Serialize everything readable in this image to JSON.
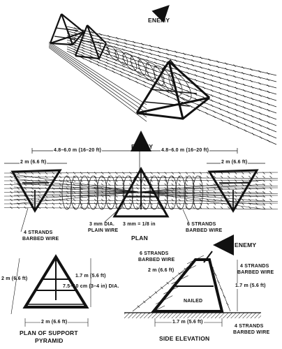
{
  "colors": {
    "ink": "#111111",
    "paper": "#ffffff"
  },
  "labels": {
    "enemy_top": "ENEMY",
    "enemy_mid": "ENEMY",
    "enemy_side": "ENEMY",
    "span_left": "4.8–6.0 m (16–20 ft)",
    "span_right": "4.8–6.0 m (16–20 ft)",
    "base_left": "2 m (6.6 ft)",
    "base_right": "2 m (6.6 ft)",
    "plain_wire_1": "3 mm DIA.",
    "plain_wire_2": "PLAIN WIRE",
    "plain_wire_conv": "3 mm = 1/8 in",
    "strands4_1": "4 STRANDS",
    "strands4_2": "BARBED WIRE",
    "strands6_1": "6 STRANDS",
    "strands6_2": "BARBED WIRE",
    "plan_title": "PLAN",
    "pyr_side": "2 m (6.6 ft)",
    "pyr_height": "1.7 m (5.6 ft)",
    "pyr_dia": "7.5–10 cm (3–4 in) DIA.",
    "pyr_base": "2 m (6.6 ft)",
    "pyr_title_1": "PLAN OF SUPPORT",
    "pyr_title_2": "PYRAMID",
    "side_6strands_1": "6 STRANDS",
    "side_6strands_2": "BARBED WIRE",
    "side_slope": "2 m (6.6 ft)",
    "side_4strands_top_1": "4 STRANDS",
    "side_4strands_top_2": "BARBED WIRE",
    "side_height": "1.7 m (5.6 ft)",
    "side_nailed": "NAILED",
    "side_base": "1.7 m (5.6 ft)",
    "side_4strands_bot_1": "4 STRANDS",
    "side_4strands_bot_2": "BARBED WIRE",
    "side_title": "SIDE ELEVATION"
  }
}
